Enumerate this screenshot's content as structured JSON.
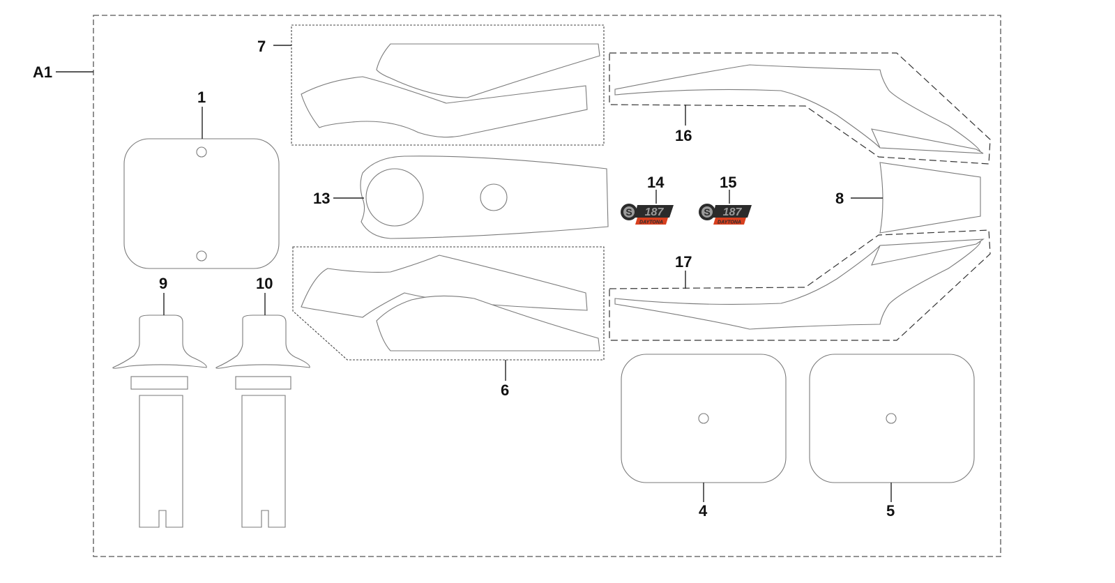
{
  "callouts": {
    "a1": "A1",
    "p1": "1",
    "p4": "4",
    "p5": "5",
    "p6": "6",
    "p7": "7",
    "p8": "8",
    "p9": "9",
    "p10": "10",
    "p13": "13",
    "p14": "14",
    "p15": "15",
    "p16": "16",
    "p17": "17"
  },
  "badges": {
    "logo_letter": "S",
    "logo_number": "187",
    "logo_brand": "DAYTONA"
  },
  "colors": {
    "badge_dark": "#2b2b2b",
    "badge_red": "#d8401f",
    "badge_grey": "#9a9a9a"
  }
}
